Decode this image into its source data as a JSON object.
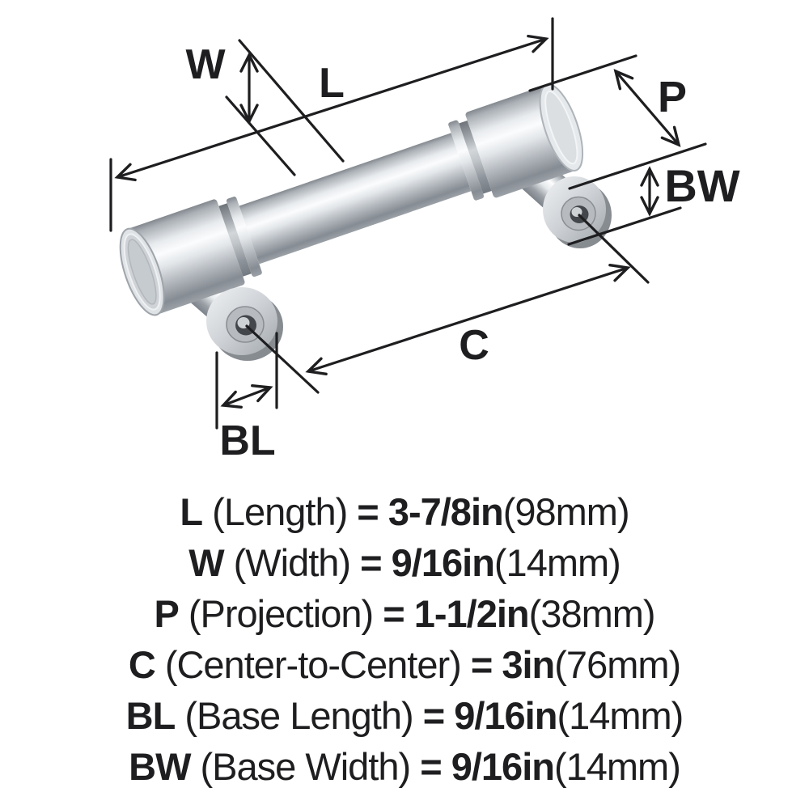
{
  "diagram": {
    "labels": {
      "w": "W",
      "l": "L",
      "p": "P",
      "bw": "BW",
      "c": "C",
      "bl": "BL"
    }
  },
  "legend": {
    "rows": [
      {
        "abbr": "L",
        "name": "(Length)",
        "eq": "=",
        "value": "3-7/8in",
        "metric": "(98mm)"
      },
      {
        "abbr": "W",
        "name": "(Width)",
        "eq": "=",
        "value": "9/16in",
        "metric": "(14mm)"
      },
      {
        "abbr": "P",
        "name": "(Projection)",
        "eq": "=",
        "value": "1-1/2in",
        "metric": "(38mm)"
      },
      {
        "abbr": "C",
        "name": "(Center-to-Center)",
        "eq": "=",
        "value": "3in",
        "metric": "(76mm)"
      },
      {
        "abbr": "BL",
        "name": "(Base Length)",
        "eq": "=",
        "value": "9/16in",
        "metric": "(14mm)"
      },
      {
        "abbr": "BW",
        "name": "(Base Width)",
        "eq": "=",
        "value": "9/16in",
        "metric": "(14mm)"
      }
    ]
  },
  "colors": {
    "ink": "#1e1e20",
    "background": "#ffffff",
    "chrome_highlight": "#fbfcfd",
    "chrome_mid": "#c9cdd1",
    "chrome_shadow": "#82888e"
  }
}
